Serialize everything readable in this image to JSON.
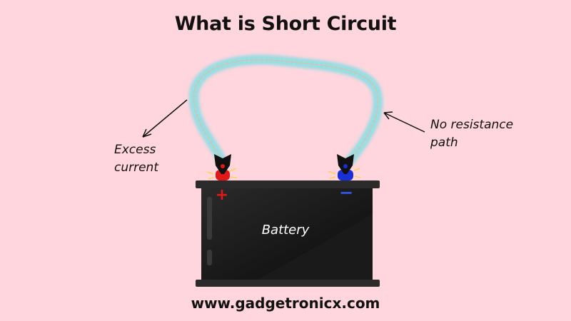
{
  "title": "What is Short Circuit",
  "labels": {
    "excess_current": [
      "Excess",
      "current"
    ],
    "no_resistance": [
      "No resistance",
      "path"
    ],
    "battery": "Battery",
    "positive": "+",
    "negative": "−"
  },
  "footer": "www.gadgetronicx.com",
  "colors": {
    "background": "#ffd6dd",
    "battery_body": "#111111",
    "spark": "#49e0e8",
    "positive": "#e01818",
    "negative": "#1a2fd6"
  }
}
